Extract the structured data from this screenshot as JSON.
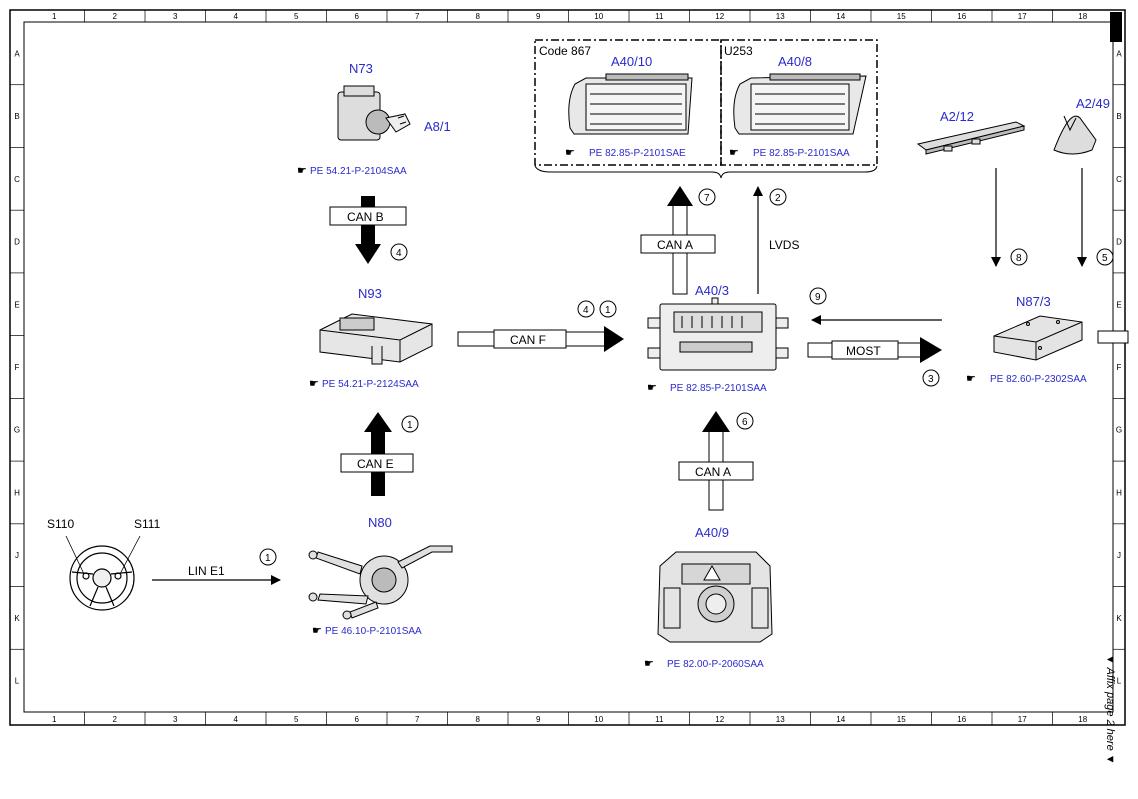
{
  "grid": {
    "columns": [
      "1",
      "2",
      "3",
      "4",
      "5",
      "6",
      "7",
      "8",
      "9",
      "10",
      "11",
      "12",
      "13",
      "14",
      "15",
      "16",
      "17",
      "18"
    ],
    "rows": [
      "A",
      "B",
      "C",
      "D",
      "E",
      "F",
      "G",
      "H",
      "J",
      "K",
      "L"
    ]
  },
  "sheet": {
    "sidebar_text": "▼ Affix page 2 here ▼"
  },
  "groups": {
    "code_867": "Code 867",
    "u253": "U253"
  },
  "components": {
    "n73": {
      "code": "N73",
      "ref": "PE 54.21-P-2104SAA"
    },
    "a8_1": {
      "code": "A8/1"
    },
    "n93": {
      "code": "N93",
      "ref": "PE 54.21-P-2124SAA"
    },
    "n80": {
      "code": "N80",
      "ref": "PE 46.10-P-2101SAA"
    },
    "s110": {
      "code": "S110"
    },
    "s111": {
      "code": "S111"
    },
    "a40_10": {
      "code": "A40/10",
      "ref": "PE 82.85-P-2101SAE"
    },
    "a40_8": {
      "code": "A40/8",
      "ref": "PE 82.85-P-2101SAA"
    },
    "a40_3": {
      "code": "A40/3",
      "ref": "PE 82.85-P-2101SAA"
    },
    "a40_9": {
      "code": "A40/9",
      "ref": "PE 82.00-P-2060SAA"
    },
    "a2_12": {
      "code": "A2/12"
    },
    "a2_49": {
      "code": "A2/49"
    },
    "n87_3": {
      "code": "N87/3",
      "ref": "PE 82.60-P-2302SAA"
    }
  },
  "buses": {
    "can_b": "CAN B",
    "can_e": "CAN E",
    "can_f": "CAN F",
    "can_a_top": "CAN A",
    "can_a_bottom": "CAN A",
    "lvds": "LVDS",
    "most": "MOST",
    "lin_e1": "LIN E1"
  },
  "markers": {
    "can_b": "4",
    "can_e": "1",
    "can_f_a": "4",
    "can_f_b": "1",
    "can_a_top": "7",
    "lvds": "2",
    "most_in": "9",
    "most_out": "3",
    "can_a_bottom": "6",
    "lin": "1",
    "a2_12": "8",
    "a2_49": "5"
  }
}
